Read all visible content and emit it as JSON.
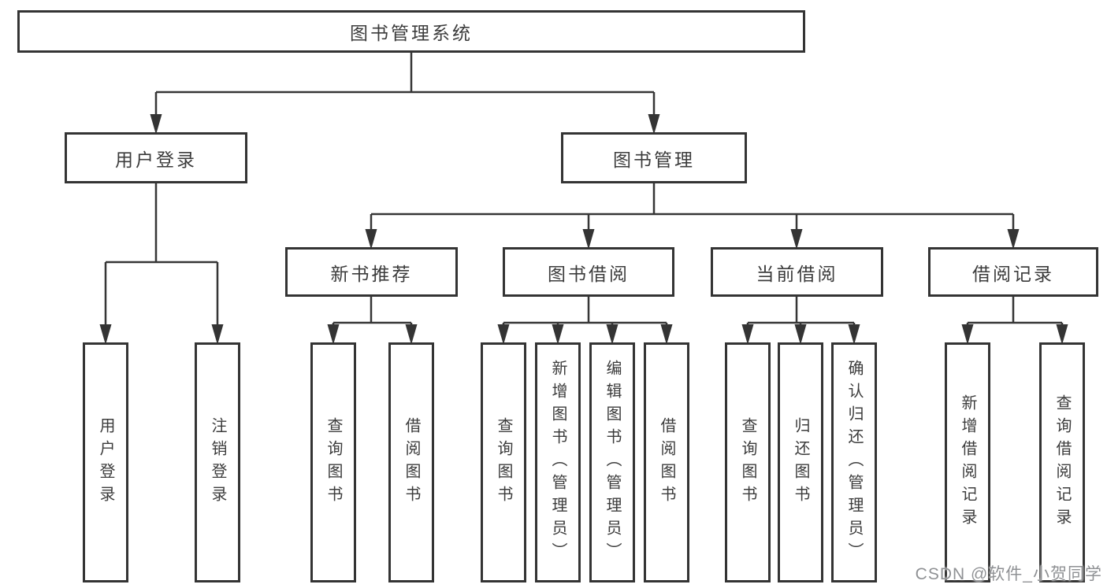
{
  "diagram": {
    "root": "图书管理系统",
    "level2": [
      {
        "label": "用户登录",
        "children": [
          "用户登录",
          "注销登录"
        ]
      },
      {
        "label": "图书管理"
      }
    ],
    "level3": [
      {
        "label": "新书推荐",
        "children": [
          "查询图书",
          "借阅图书"
        ]
      },
      {
        "label": "图书借阅",
        "children": [
          "查询图书",
          "新增图书（管理员）",
          "编辑图书（管理员）",
          "借阅图书"
        ]
      },
      {
        "label": "当前借阅",
        "children": [
          "查询图书",
          "归还图书",
          "确认归还（管理员）"
        ]
      },
      {
        "label": "借阅记录",
        "children": [
          "新增借阅记录",
          "查询借阅记录"
        ]
      }
    ]
  },
  "watermark": "CSDN @软件_小贺同学"
}
